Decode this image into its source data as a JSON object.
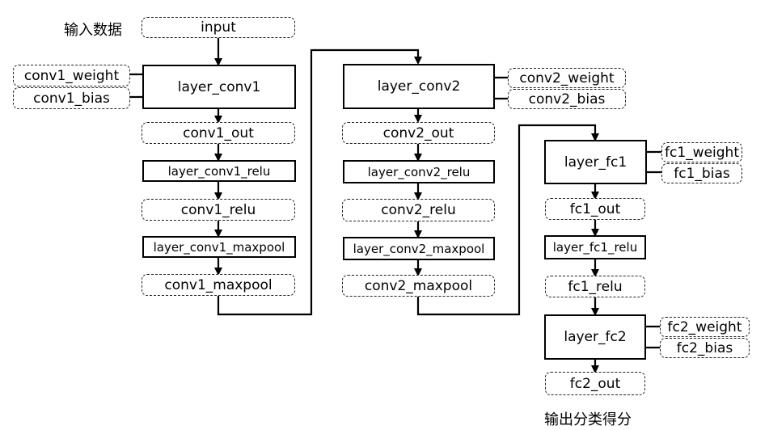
{
  "captions": {
    "input_data": "输入数据",
    "output_scores": "输出分类得分"
  },
  "columns": {
    "col1": {
      "input": "input",
      "conv1_weight": "conv1_weight",
      "conv1_bias": "conv1_bias",
      "layer_conv1": "layer_conv1",
      "conv1_out": "conv1_out",
      "layer_conv1_relu": "layer_conv1_relu",
      "conv1_relu": "conv1_relu",
      "layer_conv1_maxpool": "layer_conv1_maxpool",
      "conv1_maxpool": "conv1_maxpool"
    },
    "col2": {
      "layer_conv2": "layer_conv2",
      "conv2_weight": "conv2_weight",
      "conv2_bias": "conv2_bias",
      "conv2_out": "conv2_out",
      "layer_conv2_relu": "layer_conv2_relu",
      "conv2_relu": "conv2_relu",
      "layer_conv2_maxpool": "layer_conv2_maxpool",
      "conv2_maxpool": "conv2_maxpool"
    },
    "col3": {
      "layer_fc1": "layer_fc1",
      "fc1_weight": "fc1_weight",
      "fc1_bias": "fc1_bias",
      "fc1_out": "fc1_out",
      "layer_fc1_relu": "layer_fc1_relu",
      "fc1_relu": "fc1_relu",
      "layer_fc2": "layer_fc2",
      "fc2_weight": "fc2_weight",
      "fc2_bias": "fc2_bias",
      "fc2_out": "fc2_out"
    }
  }
}
